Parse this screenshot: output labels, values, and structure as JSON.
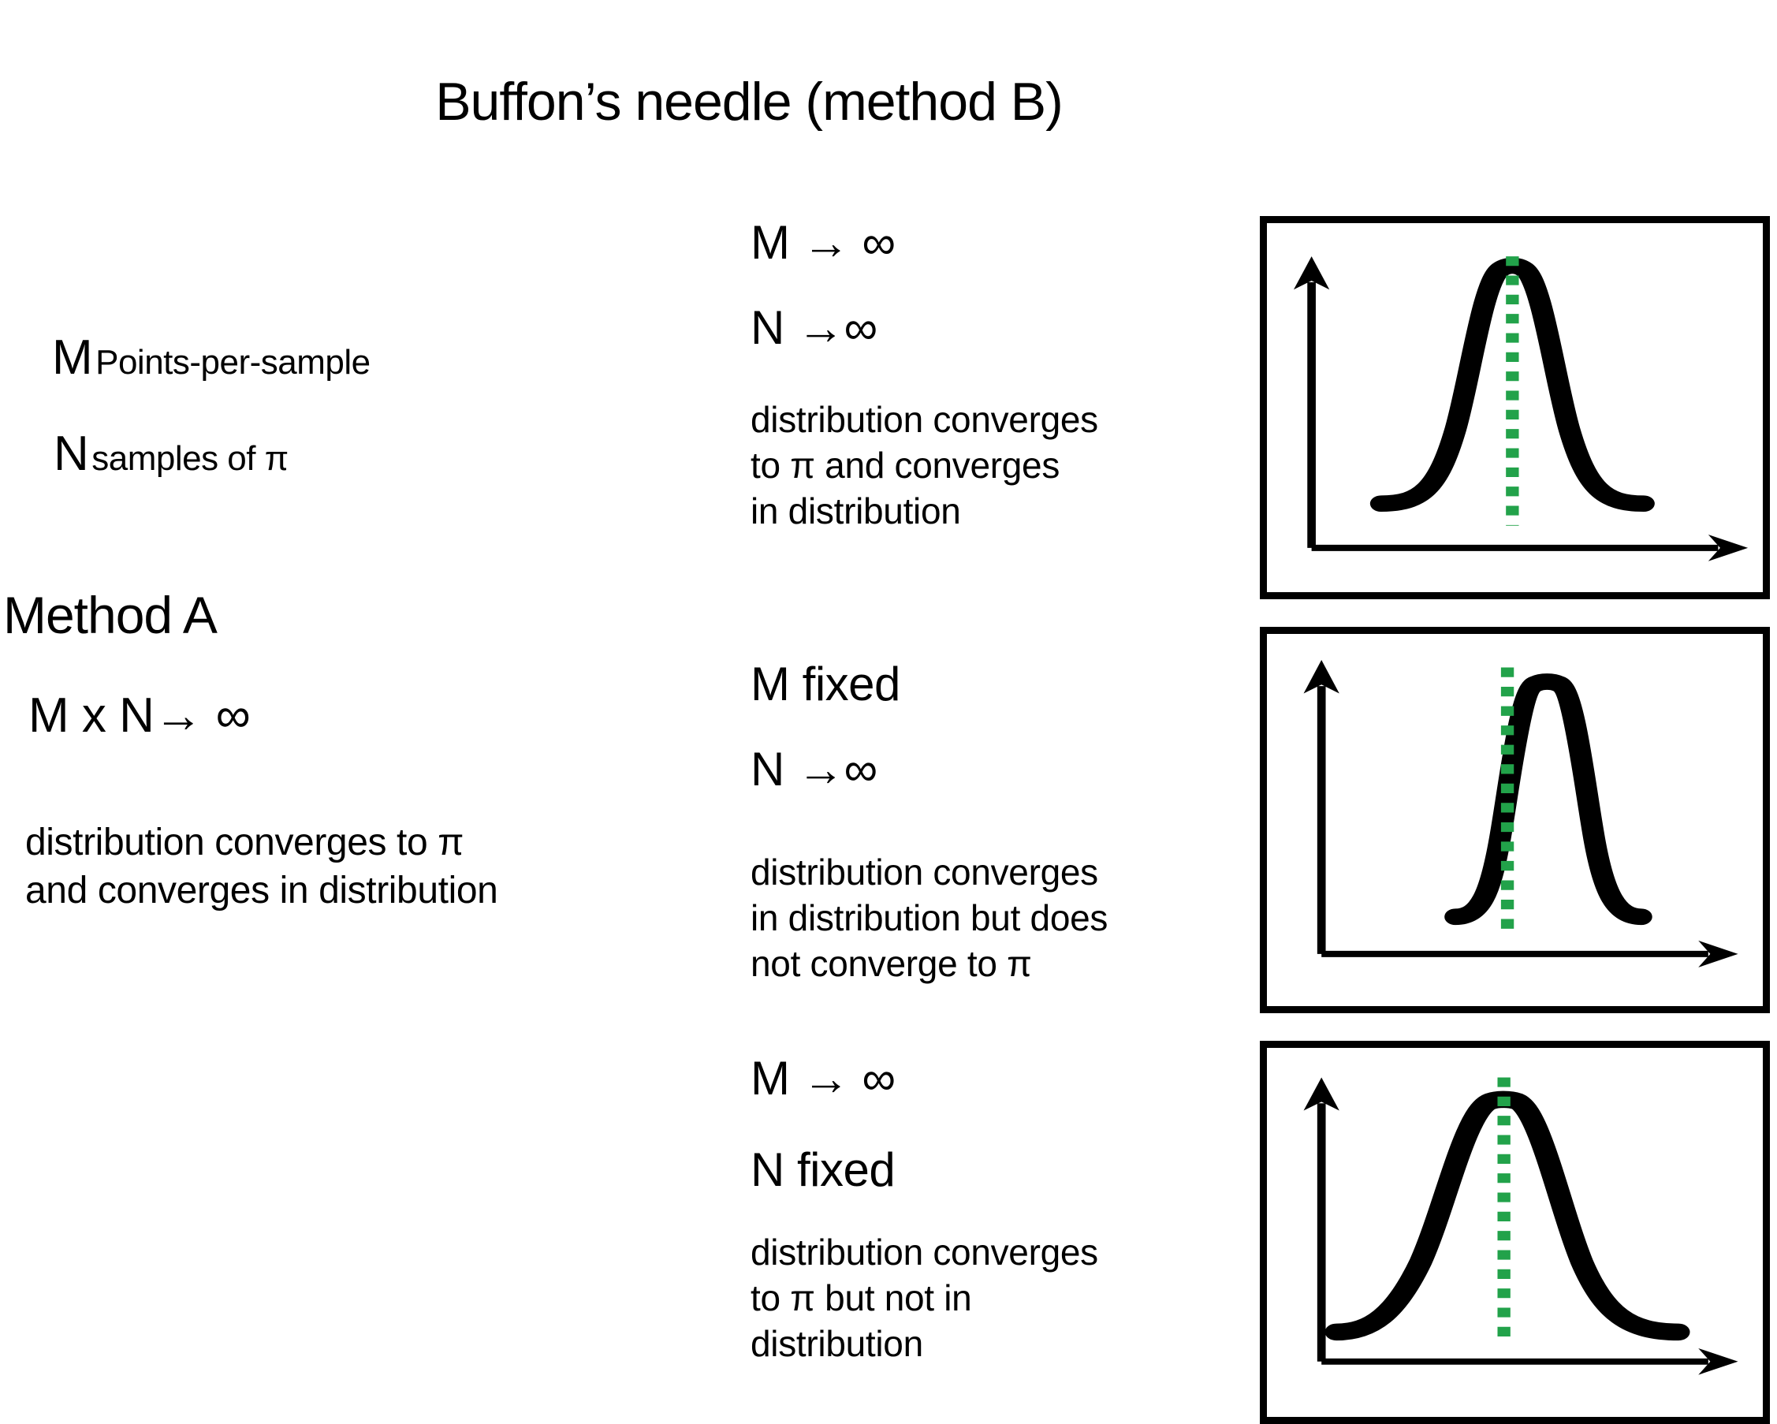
{
  "title": "Buffon’s needle (method B)",
  "definitions": [
    {
      "symbol": "M",
      "text": "Points-per-sample"
    },
    {
      "symbol": "N",
      "text": "samples of π"
    }
  ],
  "method_a": {
    "heading": "Method A",
    "formula": "M x N→ ∞",
    "description": "distribution converges to  π\nand converges in distribution"
  },
  "cases": [
    {
      "condition_1": "M → ∞",
      "condition_2": "N →∞",
      "description": "distribution converges\nto  π and converges\nin distribution"
    },
    {
      "condition_1": "M  fixed",
      "condition_2": "N →∞",
      "description": "distribution converges\nin distribution but does\nnot converge to  π"
    },
    {
      "condition_1": "M → ∞",
      "condition_2": "N fixed",
      "description": "distribution converges\nto  π but not in\ndistribution"
    }
  ],
  "colors": {
    "reference_line": "#22A24A",
    "curve": "#000000",
    "axis": "#000000",
    "panel_border": "#000000",
    "background": "#FFFFFF"
  },
  "chart_data": [
    {
      "type": "line",
      "name": "panel-1-distribution",
      "title": "",
      "xlabel": "",
      "ylabel": "",
      "grid": false,
      "legend": null,
      "xlim": [
        0,
        100
      ],
      "ylim": [
        0,
        100
      ],
      "curve": {
        "shape": "gaussian",
        "mean": 50,
        "sigma": 7.0,
        "peak_height": 88,
        "baseline": 12,
        "x_start": 22,
        "x_end": 78
      },
      "annotations": [
        {
          "type": "vline",
          "label": "pi-reference",
          "x": 50,
          "style": "dotted",
          "color": "#22A24A"
        }
      ],
      "reading": "narrow peak centered exactly on the pi reference line"
    },
    {
      "type": "line",
      "name": "panel-2-distribution",
      "title": "",
      "xlabel": "",
      "ylabel": "",
      "grid": false,
      "legend": null,
      "xlim": [
        0,
        100
      ],
      "ylim": [
        0,
        100
      ],
      "curve": {
        "shape": "gaussian",
        "mean": 57,
        "sigma": 7.5,
        "peak_height": 86,
        "baseline": 12,
        "x_start": 30,
        "x_end": 85
      },
      "annotations": [
        {
          "type": "vline",
          "label": "pi-reference",
          "x": 48,
          "style": "dotted",
          "color": "#22A24A"
        }
      ],
      "reading": "narrow peak shifted to the right of the pi reference line (biased)"
    },
    {
      "type": "line",
      "name": "panel-3-distribution",
      "title": "",
      "xlabel": "",
      "ylabel": "",
      "grid": false,
      "legend": null,
      "xlim": [
        0,
        100
      ],
      "ylim": [
        0,
        100
      ],
      "curve": {
        "shape": "gaussian",
        "mean": 48,
        "sigma": 16.0,
        "peak_height": 86,
        "baseline": 12,
        "x_start": 4,
        "x_end": 93
      },
      "annotations": [
        {
          "type": "vline",
          "label": "pi-reference",
          "x": 48,
          "style": "dotted",
          "color": "#22A24A"
        }
      ],
      "reading": "wide peak centered on the pi reference line"
    }
  ]
}
